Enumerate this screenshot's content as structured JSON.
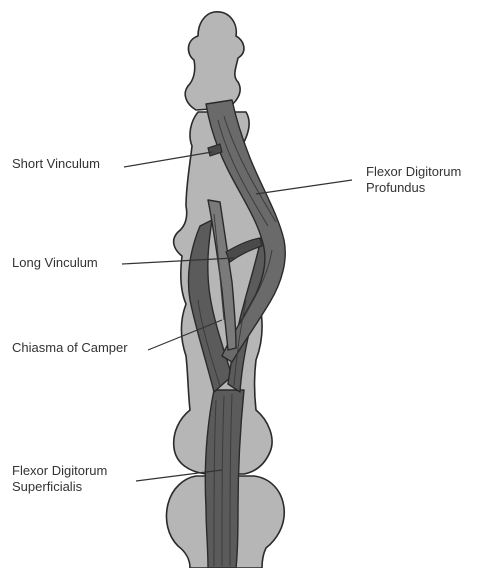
{
  "labels": {
    "short_vinculum": "Short Vinculum",
    "long_vinculum": "Long Vinculum",
    "chiasma_of_camper": "Chiasma of Camper",
    "fds_line1": "Flexor Digitorum",
    "fds_line2": "Superficialis",
    "fdp_line1": "Flexor Digitorum",
    "fdp_line2": "Profundus"
  },
  "colors": {
    "bone": "#b7b6b6",
    "tendon": "#5b5b5b",
    "tendon_stripe": "#3c3c3c",
    "outline": "#2a2a2a",
    "leader_line": "#333333",
    "text": "#333333"
  }
}
